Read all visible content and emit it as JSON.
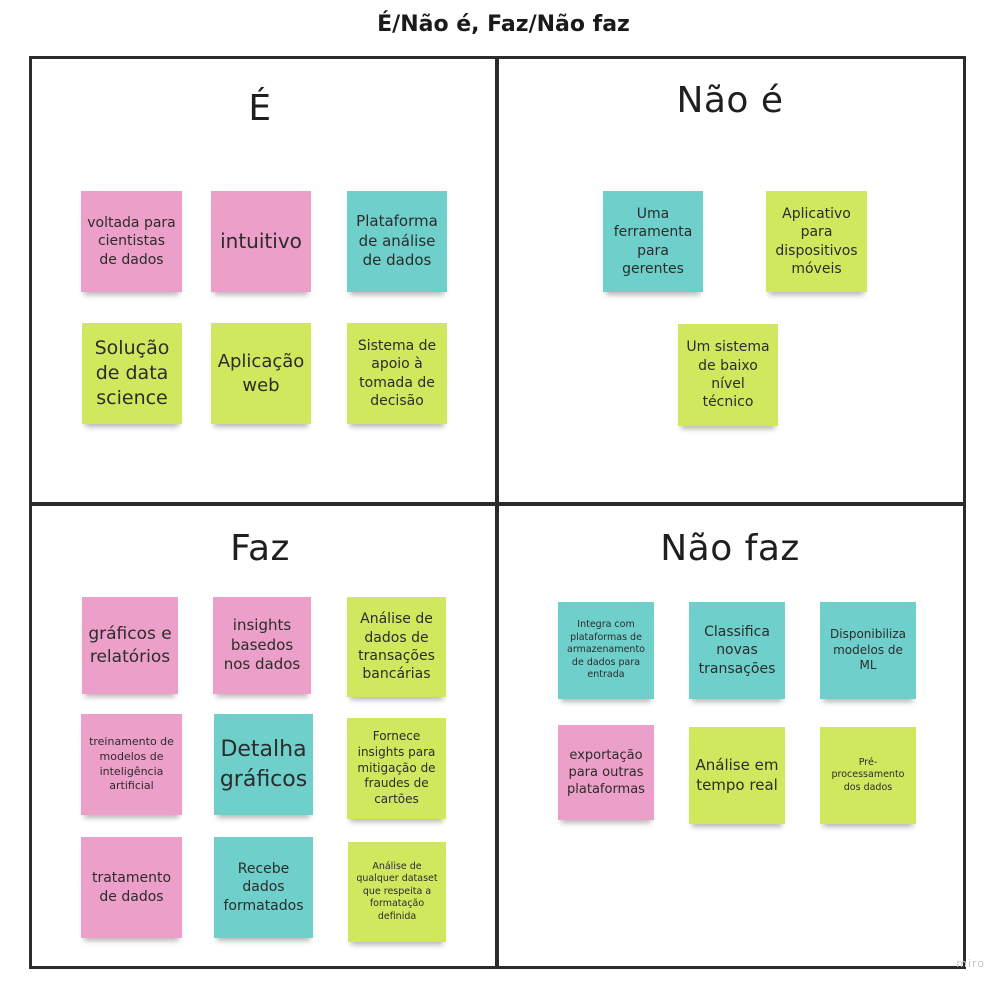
{
  "title": "É/Não é, Faz/Não faz",
  "watermark": "miro",
  "colors": {
    "pink": "#ec9fc8",
    "teal": "#6fcfcb",
    "lime": "#d0e85e",
    "border": "#2b2b2b"
  },
  "quadrants": {
    "e": {
      "title": "É",
      "notes": [
        {
          "text": "voltada para cientistas de dados",
          "color": "pink"
        },
        {
          "text": "intuitivo",
          "color": "pink"
        },
        {
          "text": "Plataforma de análise de dados",
          "color": "teal"
        },
        {
          "text": "Solução de data science",
          "color": "lime"
        },
        {
          "text": "Aplicação web",
          "color": "lime"
        },
        {
          "text": "Sistema de apoio à tomada de decisão",
          "color": "lime"
        }
      ]
    },
    "nao_e": {
      "title": "Não é",
      "notes": [
        {
          "text": "Uma ferramenta para gerentes",
          "color": "teal"
        },
        {
          "text": "Aplicativo para dispositivos móveis",
          "color": "lime"
        },
        {
          "text": "Um sistema de baixo nível técnico",
          "color": "lime"
        }
      ]
    },
    "faz": {
      "title": "Faz",
      "notes": [
        {
          "text": "gráficos e relatórios",
          "color": "pink"
        },
        {
          "text": "insights basedos nos dados",
          "color": "pink"
        },
        {
          "text": "Análise de dados de transações bancárias",
          "color": "lime"
        },
        {
          "text": "treinamento de modelos de inteligência artificial",
          "color": "pink"
        },
        {
          "text": "Detalha gráficos",
          "color": "teal"
        },
        {
          "text": "Fornece insights para mitigação de fraudes de cartões",
          "color": "lime"
        },
        {
          "text": "tratamento de dados",
          "color": "pink"
        },
        {
          "text": "Recebe dados formatados",
          "color": "teal"
        },
        {
          "text": "Análise de qualquer dataset que respeita a formatação definida",
          "color": "lime"
        }
      ]
    },
    "nao_faz": {
      "title": "Não faz",
      "notes": [
        {
          "text": "Integra com plataformas de armazenamento de dados para entrada",
          "color": "teal"
        },
        {
          "text": "Classifica novas transações",
          "color": "teal"
        },
        {
          "text": "Disponibiliza modelos de ML",
          "color": "teal"
        },
        {
          "text": "exportação para outras plataformas",
          "color": "pink"
        },
        {
          "text": "Análise em tempo real",
          "color": "lime"
        },
        {
          "text": "Pré-processamento dos dados",
          "color": "lime"
        }
      ]
    }
  }
}
